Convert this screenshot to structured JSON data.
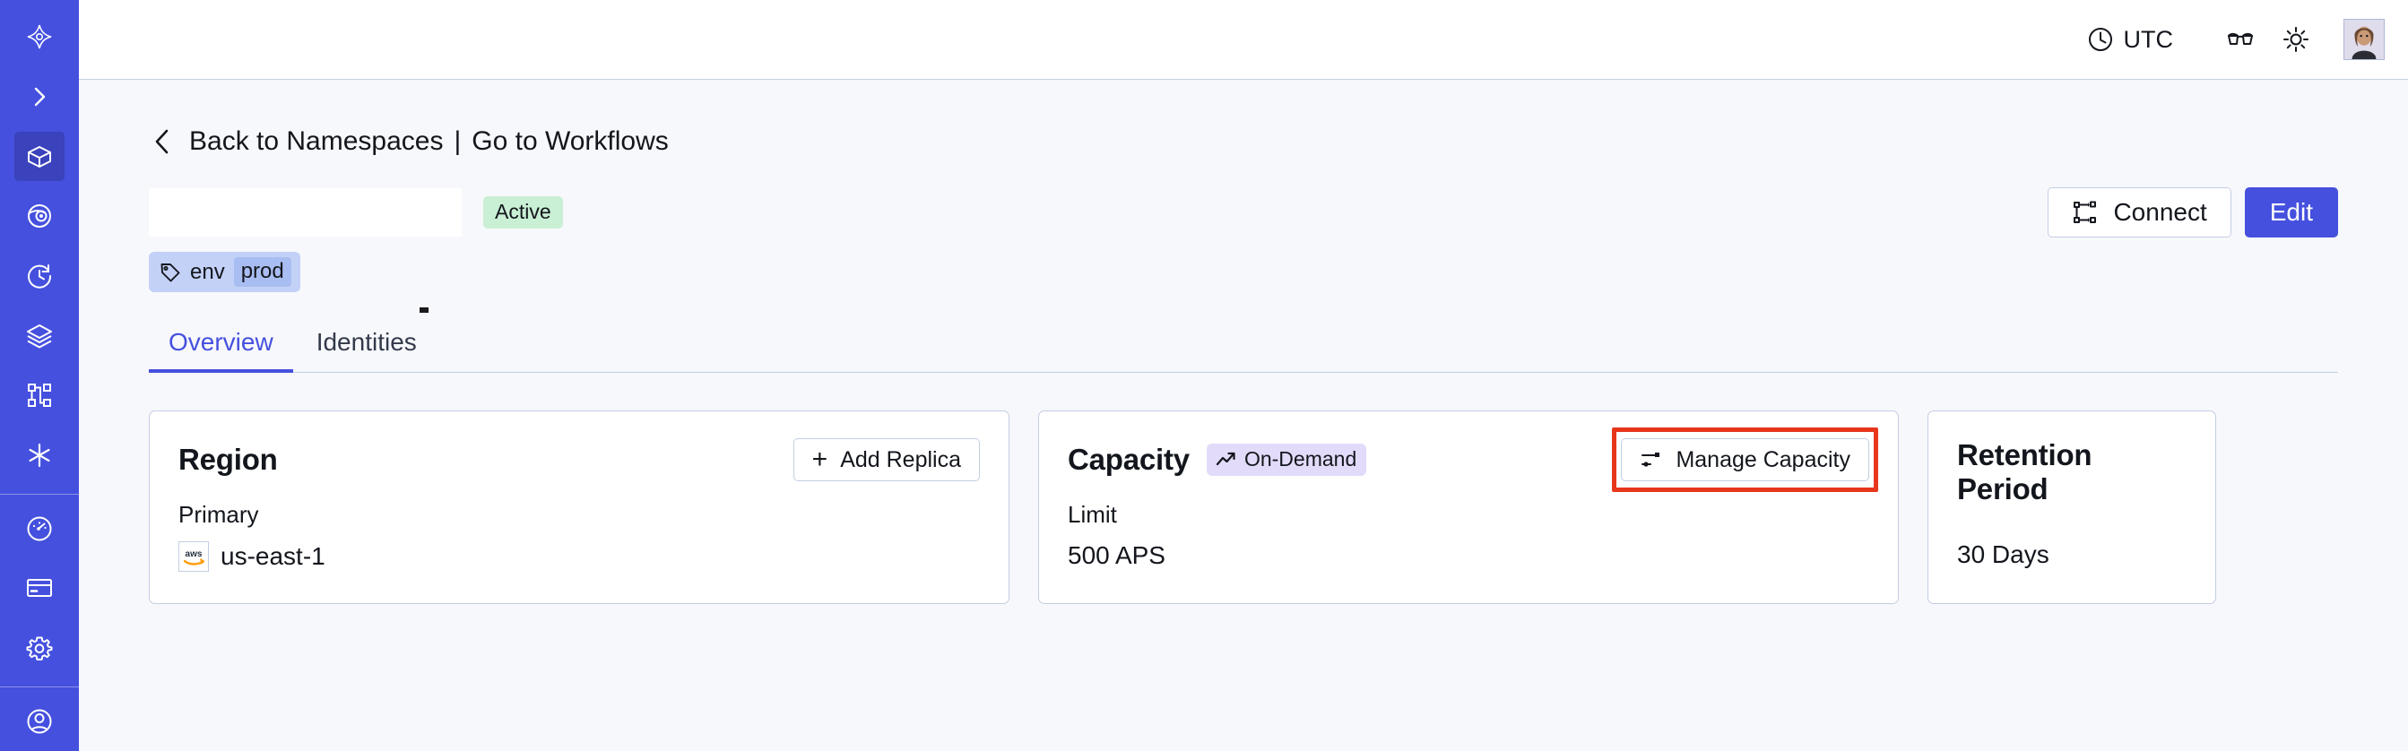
{
  "sidebar": {
    "items": [
      {
        "name": "logo",
        "icon": "temporal-logo-icon",
        "active": false
      },
      {
        "name": "expand",
        "icon": "chevron-right-icon",
        "active": false
      },
      {
        "name": "namespaces",
        "icon": "cube-icon",
        "active": true
      },
      {
        "name": "observability",
        "icon": "eye-icon",
        "active": false
      },
      {
        "name": "schedules",
        "icon": "clock-rotate-icon",
        "active": false
      },
      {
        "name": "layers",
        "icon": "layers-icon",
        "active": false
      },
      {
        "name": "workflows",
        "icon": "sitemap-icon",
        "active": false
      },
      {
        "name": "nexus",
        "icon": "asterisk-icon",
        "active": false
      },
      {
        "name": "usage",
        "icon": "gauge-icon",
        "active": false
      },
      {
        "name": "billing",
        "icon": "credit-card-icon",
        "active": false
      },
      {
        "name": "settings",
        "icon": "gear-icon",
        "active": false
      }
    ]
  },
  "topbar": {
    "timezone": "UTC",
    "timezone_icon": "clock-icon",
    "docs_icon": "glasses-icon",
    "theme_icon": "sun-icon",
    "avatar_icon": "user-avatar"
  },
  "breadcrumb": {
    "back_icon": "chevron-left-icon",
    "back_label": "Back to Namespaces",
    "separator": "|",
    "forward_label": "Go to Workflows"
  },
  "header": {
    "namespace_title": "",
    "status": "Active",
    "connect_label": "Connect",
    "connect_icon": "connect-flow-icon",
    "edit_label": "Edit"
  },
  "tag": {
    "icon": "tag-icon",
    "key": "env",
    "value": "prod"
  },
  "tabs": [
    {
      "label": "Overview",
      "active": true
    },
    {
      "label": "Identities",
      "active": false
    }
  ],
  "cards": {
    "region": {
      "title": "Region",
      "button_label": "Add Replica",
      "button_icon": "plus-icon",
      "label": "Primary",
      "provider_icon": "aws-logo",
      "value": "us-east-1"
    },
    "capacity": {
      "title": "Capacity",
      "badge_label": "On-Demand",
      "badge_icon": "trending-up-icon",
      "button_label": "Manage Capacity",
      "button_icon": "sliders-icon",
      "label": "Limit",
      "value": "500 APS",
      "highlighted": true
    },
    "retention": {
      "title": "Retention Period",
      "value": "30 Days"
    }
  },
  "colors": {
    "brand_indigo": "#4550DE",
    "sidebar_active": "#3A42BC",
    "page_bg": "#F7F8FC",
    "border": "#C3CEE3",
    "status_green_bg": "#C9EFD4",
    "tag_bg": "#C3D1F7",
    "tag_value_bg": "#A8BDF2",
    "badge_purple_bg": "#E3DBFA",
    "annotation_red": "#E8361C"
  }
}
